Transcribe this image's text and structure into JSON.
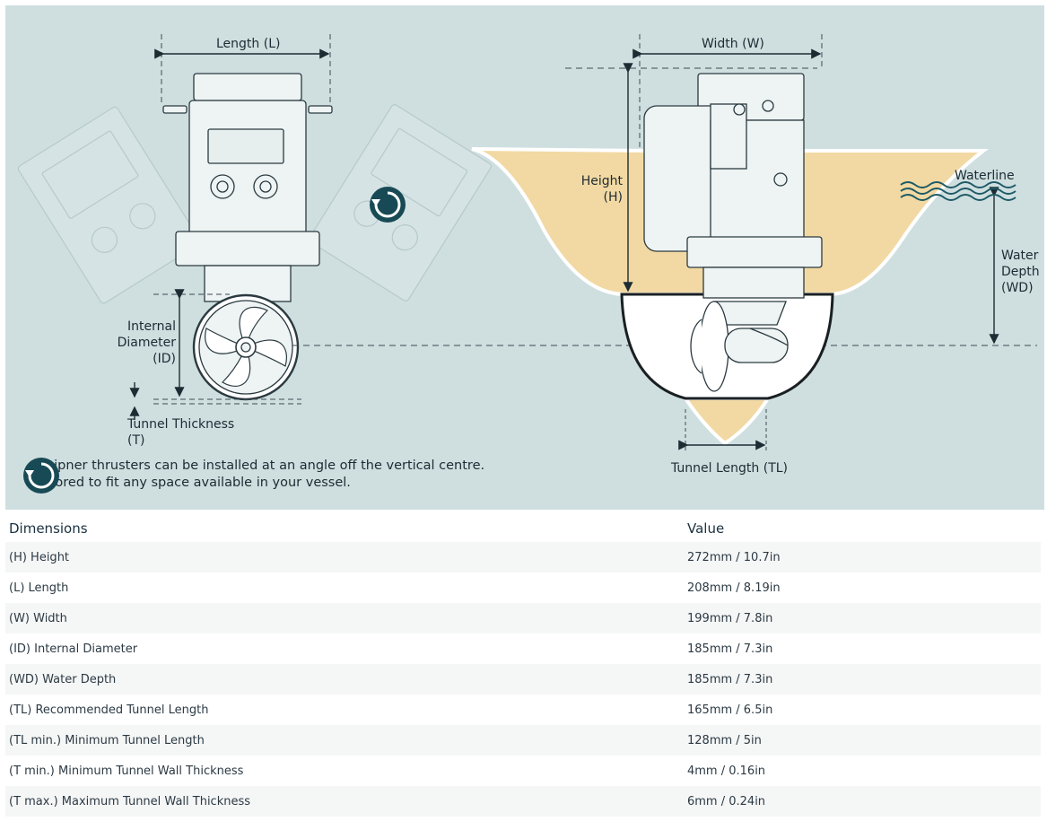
{
  "diagram": {
    "labels": {
      "length": "Length (L)",
      "width": "Width (W)",
      "height_line1": "Height",
      "height_line2": "(H)",
      "waterline": "Waterline",
      "water_depth_line1": "Water",
      "water_depth_line2": "Depth",
      "water_depth_line3": "(WD)",
      "internal_diameter_line1": "Internal",
      "internal_diameter_line2": "Diameter",
      "internal_diameter_line3": "(ID)",
      "tunnel_thickness_line1": "Tunnel Thickness",
      "tunnel_thickness_line2": "(T)",
      "tunnel_length": "Tunnel Length (TL)"
    },
    "note": {
      "line1": "Sleipner thrusters can be installed at an angle off the vertical centre.",
      "line2": "Tailored to fit any space available in your vessel."
    },
    "colors": {
      "background": "#cfdfe0",
      "hull_fill": "#f2d9a3",
      "rotate_icon": "#184a55"
    }
  },
  "table": {
    "headers": [
      "Dimensions",
      "Value"
    ],
    "rows": [
      {
        "dimension": "(H) Height",
        "value": "272mm / 10.7in"
      },
      {
        "dimension": "(L) Length",
        "value": "208mm / 8.19in"
      },
      {
        "dimension": "(W) Width",
        "value": "199mm / 7.8in"
      },
      {
        "dimension": "(ID) Internal Diameter",
        "value": "185mm / 7.3in"
      },
      {
        "dimension": "(WD) Water Depth",
        "value": "185mm / 7.3in"
      },
      {
        "dimension": "(TL) Recommended Tunnel Length",
        "value": "165mm / 6.5in"
      },
      {
        "dimension": "(TL min.) Minimum Tunnel Length",
        "value": "128mm / 5in"
      },
      {
        "dimension": "(T min.) Minimum Tunnel Wall Thickness",
        "value": "4mm / 0.16in"
      },
      {
        "dimension": "(T max.) Maximum Tunnel Wall Thickness",
        "value": "6mm / 0.24in"
      }
    ]
  }
}
